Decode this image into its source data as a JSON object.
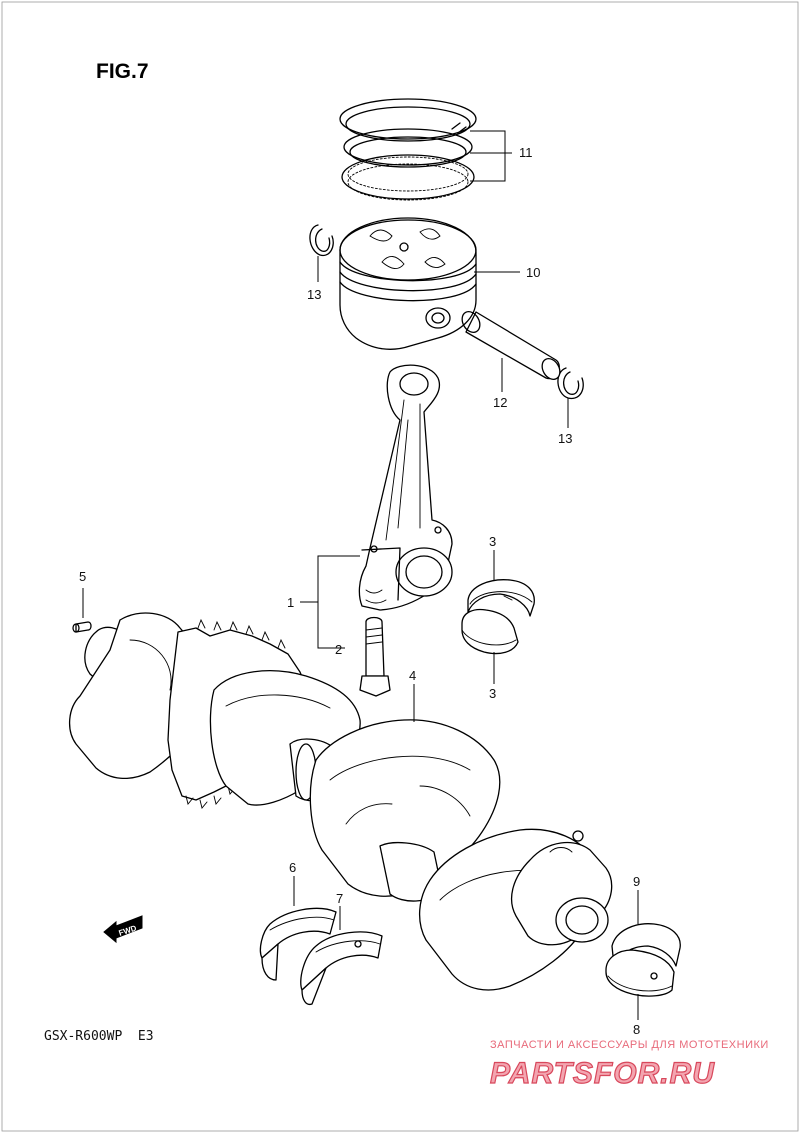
{
  "figure": {
    "title": "FIG.7",
    "model_code": "GSX-R600WP  E3"
  },
  "parts": [
    {
      "ref": "1"
    },
    {
      "ref": "2"
    },
    {
      "ref": "3"
    },
    {
      "ref": "4"
    },
    {
      "ref": "5"
    },
    {
      "ref": "6"
    },
    {
      "ref": "7"
    },
    {
      "ref": "8"
    },
    {
      "ref": "9"
    },
    {
      "ref": "10"
    },
    {
      "ref": "11"
    },
    {
      "ref": "12"
    },
    {
      "ref": "13"
    }
  ],
  "direction_marker": {
    "text": "FWD",
    "icon": "fwd-arrow-icon"
  },
  "watermark": {
    "tagline": "ЗАПЧАСТИ И АКСЕССУАРЫ ДЛЯ МОТОТЕХНИКИ",
    "brand": "PARTSFOR.RU",
    "color": "#e0405a"
  }
}
